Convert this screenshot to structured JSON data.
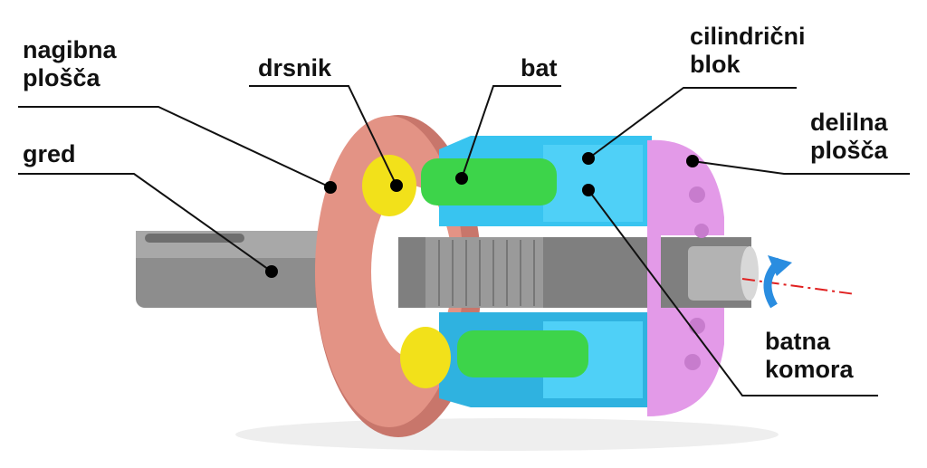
{
  "labels": {
    "swash_plate": {
      "line1": "nagibna",
      "line2": "plošča"
    },
    "shaft": "gred",
    "slipper": "drsnik",
    "piston": "bat",
    "cylinder_block": {
      "line1": "cilindrični",
      "line2": "blok"
    },
    "valve_plate": {
      "line1": "delilna",
      "line2": "plošča"
    },
    "piston_chamber": {
      "line1": "batna",
      "line2": "komora"
    }
  },
  "colors": {
    "swash_plate": "#e08f84",
    "shaft": "#8a8a8a",
    "slipper": "#f2e11a",
    "piston": "#3dd44a",
    "cylinder_block": "#36c1ee",
    "valve_plate": "#e39ae8",
    "rotation_arrow": "#2a8de0",
    "axis": "#e02020"
  }
}
